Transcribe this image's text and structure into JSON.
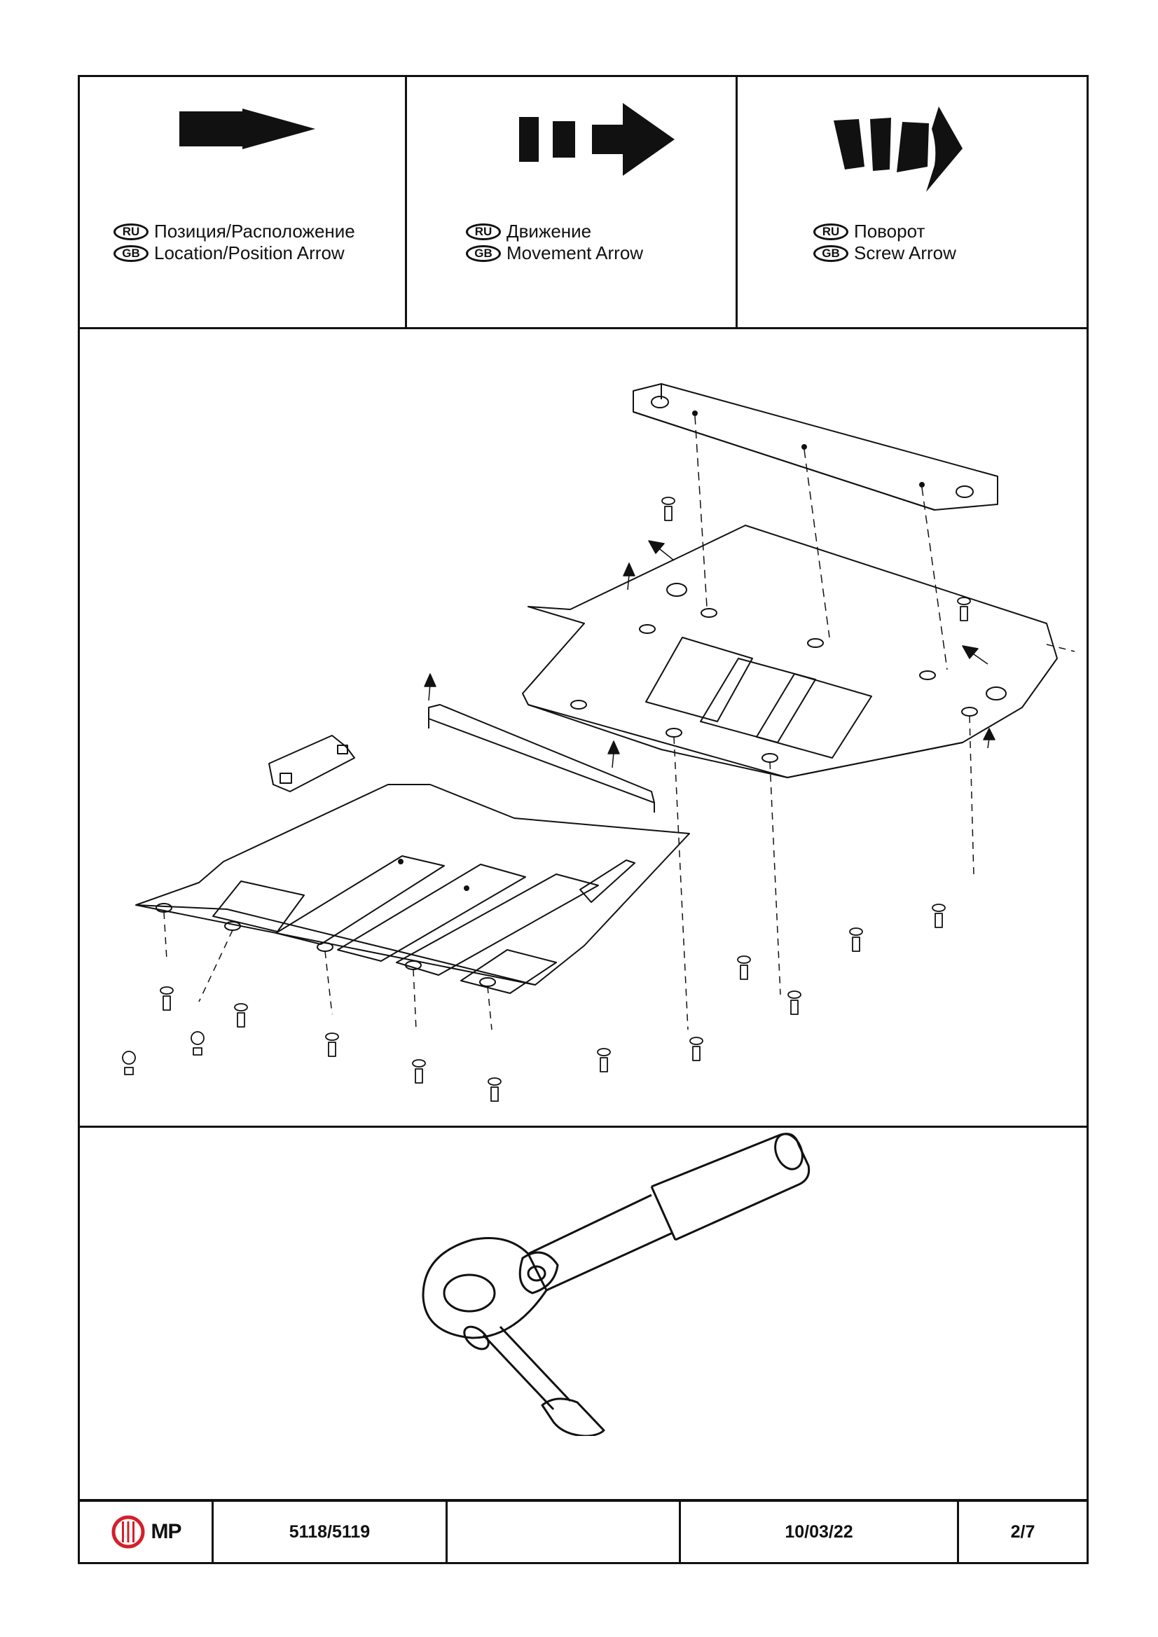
{
  "legend": [
    {
      "ru_badge": "RU",
      "gb_badge": "GB",
      "ru": "Позиция/Расположение",
      "gb": "Location/Position Arrow",
      "icon": "location-arrow-icon"
    },
    {
      "ru_badge": "RU",
      "gb_badge": "GB",
      "ru": "Движение",
      "gb": "Movement Arrow",
      "icon": "movement-arrow-icon"
    },
    {
      "ru_badge": "RU",
      "gb_badge": "GB",
      "ru": "Поворот",
      "gb": "Screw Arrow",
      "icon": "screw-arrow-icon"
    }
  ],
  "diagram": {
    "icon": "skid-plate-exploded-view-icon"
  },
  "tool": {
    "icon": "ratchet-wrench-icon"
  },
  "footer": {
    "logo_text": "MP",
    "part_number": "5118/5119",
    "empty_field": "",
    "date": "10/03/22",
    "page": "2/7"
  },
  "colors": {
    "logo_red": "#d4202a",
    "ink": "#111111"
  }
}
